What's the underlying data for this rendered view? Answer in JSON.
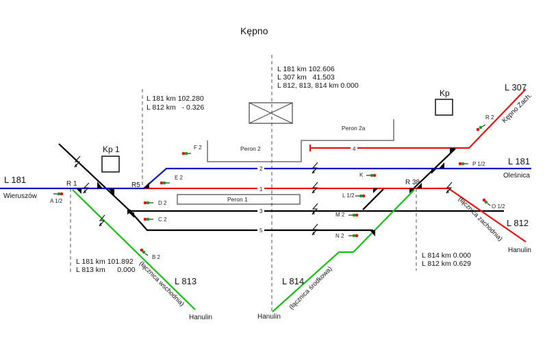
{
  "title": "Kępno",
  "colors": {
    "line_181": "#0a14c8",
    "line_307_812": "#f01010",
    "line_813_814": "#14c014",
    "station_track": "#000000",
    "signal_red": "#e01010",
    "signal_green": "#10a010",
    "axis": "#a8a8a8"
  },
  "lines": {
    "l181_west": "L 181",
    "l181_east": "L 181",
    "l307": "L 307",
    "l812": "L 812",
    "l813": "L 813",
    "l814": "L 814"
  },
  "destinations": {
    "wieruszow": "Wieruszów",
    "olesnica": "Oleśnica",
    "kepno_zach": "Kępno Zach.",
    "hanulin_813": "Hanulin",
    "hanulin_814": "Hanulin",
    "hanulin_812": "Hanulin"
  },
  "connectors": {
    "east": "(łącznica wschodnia)",
    "middle": "(łącznica środkowa)",
    "west": "(łącznica zachodnia)"
  },
  "kilometrage": {
    "r5": [
      "L 181 km 102.280",
      "L 812 km   - 0.326"
    ],
    "center": [
      "L 181 km 102.606",
      "L 307 km   41.503",
      "L 812, 813, 814 km 0.000"
    ],
    "r1": [
      "L 181 km 101.892",
      "L 813 km      0.000"
    ],
    "r38": [
      "L 814 km 0.000",
      "L 812 km 0.629"
    ]
  },
  "posts": {
    "kp1": "Kp 1",
    "kp": "Kp",
    "r1": "R 1",
    "r5": "R5",
    "r38": "R 38"
  },
  "platforms": {
    "peron1": "Peron 1",
    "peron2": "Peron 2",
    "peron2a": "Peron 2a"
  },
  "tracks": {
    "t1": "1",
    "t2": "2",
    "t3": "3",
    "t4": "4",
    "t5": "5"
  },
  "signals": {
    "a12": "A 1/2",
    "b2": "B 2",
    "c2": "C 2",
    "d2": "D 2",
    "e2": "E 2",
    "f2": "F 2",
    "k": "K",
    "l12": "L 1/2",
    "m2": "M 2",
    "n2": "N 2",
    "o12": "O 1/2",
    "p12": "P 1/2",
    "r2": "R 2"
  }
}
